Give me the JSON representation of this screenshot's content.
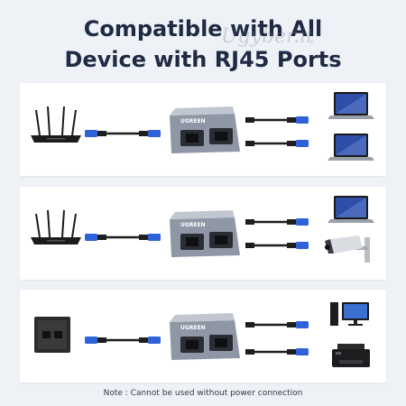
{
  "header": {
    "title_line1": "Compatible with All",
    "title_line2": "Device with RJ45 Ports",
    "watermark": "Ugyber.it"
  },
  "device": {
    "brand": "UGREEN"
  },
  "colors": {
    "title": "#1f2a44",
    "background": "#eef1f6",
    "splitter_body": "#8f96a6",
    "connector_blue": "#2f62d9"
  },
  "rows": [
    {
      "source_icon": "router-icon",
      "targets": [
        "laptop-icon",
        "laptop-icon"
      ]
    },
    {
      "source_icon": "router-icon",
      "targets": [
        "laptop-icon",
        "security-camera-icon"
      ]
    },
    {
      "source_icon": "wall-socket-icon",
      "targets": [
        "desktop-pc-icon",
        "printer-icon"
      ]
    }
  ],
  "footer": {
    "note": "Note : Cannot be used without power connection"
  }
}
